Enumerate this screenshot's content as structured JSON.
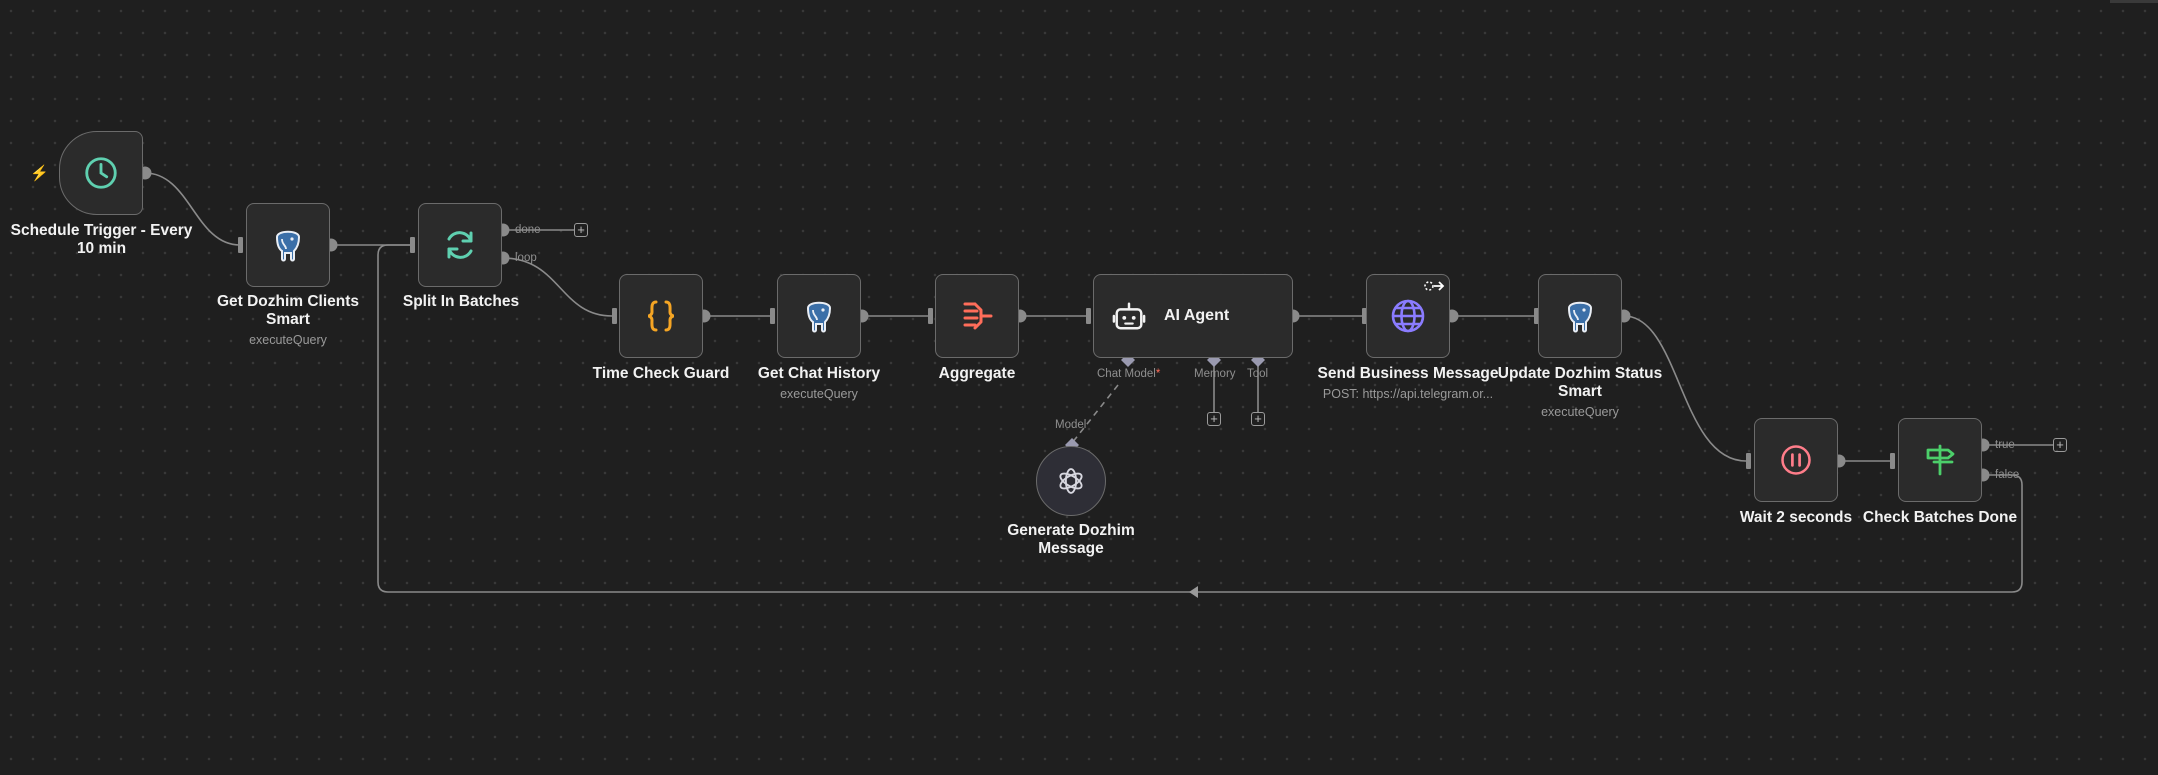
{
  "nodes": {
    "schedule_trigger": {
      "label": "Schedule Trigger - Every 10 min"
    },
    "get_clients": {
      "label": "Get Dozhim Clients Smart",
      "subtitle": "executeQuery"
    },
    "split_batches": {
      "label": "Split In Batches",
      "output_done": "done",
      "output_loop": "loop"
    },
    "time_check": {
      "label": "Time Check Guard"
    },
    "chat_history": {
      "label": "Get Chat History",
      "subtitle": "executeQuery"
    },
    "aggregate": {
      "label": "Aggregate"
    },
    "ai_agent": {
      "label": "AI Agent",
      "port_chat_model": "Chat Model",
      "required_mark": "*",
      "port_memory": "Memory",
      "port_tool": "Tool"
    },
    "generate_message": {
      "label": "Generate Dozhim Message",
      "port_model": "Model"
    },
    "send_message": {
      "label": "Send Business Message",
      "subtitle": "POST: https://api.telegram.or..."
    },
    "update_status": {
      "label": "Update Dozhim Status Smart",
      "subtitle": "executeQuery"
    },
    "wait": {
      "label": "Wait 2 seconds"
    },
    "check_batches": {
      "label": "Check Batches Done",
      "output_true": "true",
      "output_false": "false"
    }
  },
  "plus_symbol": "+",
  "icons": {
    "trigger": "lightning-bolt-icon",
    "schedule": "clock-icon",
    "postgres": "postgres-elephant-icon",
    "split": "refresh-arrows-icon",
    "code": "curly-braces-icon",
    "aggregate": "aggregate-icon",
    "agent": "robot-icon",
    "openai": "openai-icon",
    "http": "globe-icon",
    "wait": "pause-icon",
    "if": "signpost-icon"
  },
  "colors": {
    "canvas": "#1f1f1f",
    "node_fill": "#2b2b2b",
    "node_border": "#6b6b6b",
    "edge": "#8a8a8a",
    "clock": "#5fd0b0",
    "code": "#f5a524",
    "aggregate": "#ff6d5a",
    "globe": "#8b7cff",
    "pause": "#ff7d8a",
    "signpost": "#4ccf6a",
    "trigger_bolt": "#ff6d5a"
  }
}
